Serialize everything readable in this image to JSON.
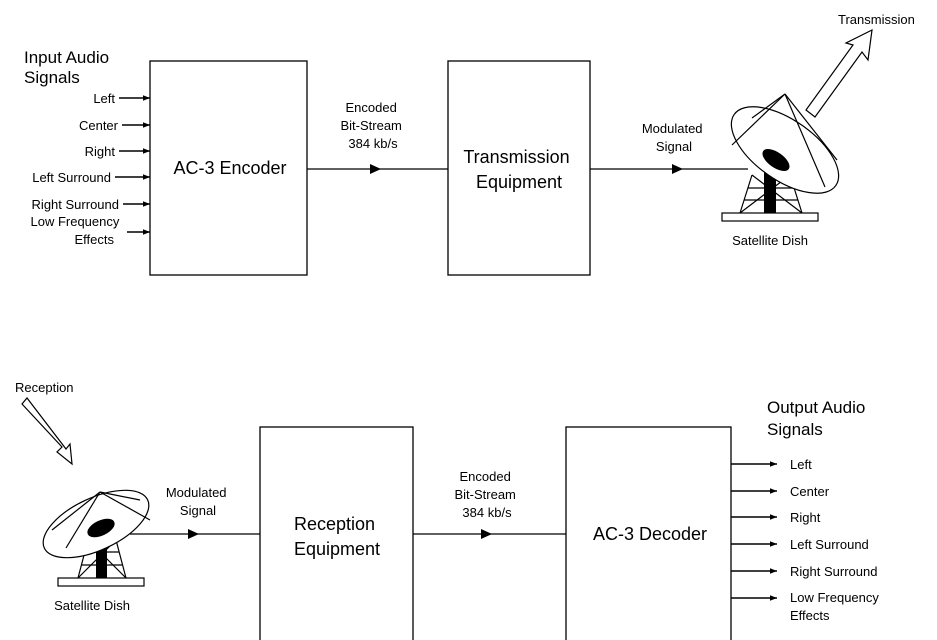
{
  "top": {
    "input_title": [
      "Input Audio",
      "Signals"
    ],
    "inputs": [
      [
        "Left"
      ],
      [
        "Center"
      ],
      [
        "Right"
      ],
      [
        "Left Surround"
      ],
      [
        "Right Surround"
      ],
      [
        "Low Frequency",
        "Effects"
      ]
    ],
    "encoder": [
      "AC-3 Encoder"
    ],
    "bitstream": [
      "Encoded",
      "Bit-Stream",
      "384 kb/s"
    ],
    "transmission_equipment": [
      "Transmission",
      "Equipment"
    ],
    "modulated": [
      "Modulated",
      "Signal"
    ],
    "dish_label": "Satellite Dish",
    "transmission_label": "Transmission"
  },
  "bottom": {
    "reception_label": "Reception",
    "dish_label": "Satellite Dish",
    "modulated": [
      "Modulated",
      "Signal"
    ],
    "reception_equipment": [
      "Reception",
      "Equipment"
    ],
    "bitstream": [
      "Encoded",
      "Bit-Stream",
      "384 kb/s"
    ],
    "decoder": [
      "AC-3 Decoder"
    ],
    "output_title": [
      "Output Audio",
      "Signals"
    ],
    "outputs": [
      [
        "Left"
      ],
      [
        "Center"
      ],
      [
        "Right"
      ],
      [
        "Left Surround"
      ],
      [
        "Right Surround"
      ],
      [
        "Low Frequency",
        "Effects"
      ]
    ]
  }
}
